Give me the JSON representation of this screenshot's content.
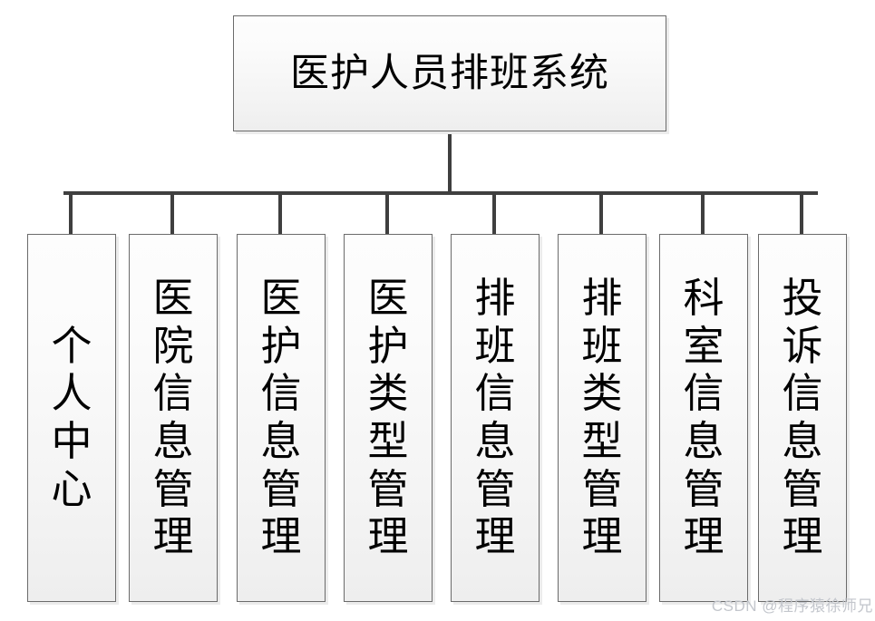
{
  "diagram": {
    "type": "org-chart",
    "root": {
      "label": "医护人员排班系统"
    },
    "children": [
      {
        "label": "个人中心"
      },
      {
        "label": "医院信息管理"
      },
      {
        "label": "医护信息管理"
      },
      {
        "label": "医护类型管理"
      },
      {
        "label": "排班信息管理"
      },
      {
        "label": "排班类型管理"
      },
      {
        "label": "科室信息管理"
      },
      {
        "label": "投诉信息管理"
      }
    ],
    "colors": {
      "box_fill_top": "#fdfdfd",
      "box_fill_bottom": "#eeeeee",
      "box_border": "#6b6b6b",
      "box_shadow": "#ececec",
      "connector": "#3f3f3f",
      "text": "#000000",
      "watermark": "#c3c6cc",
      "background": "#ffffff"
    }
  },
  "watermark": {
    "text": "CSDN @程序猿徐师兄"
  }
}
